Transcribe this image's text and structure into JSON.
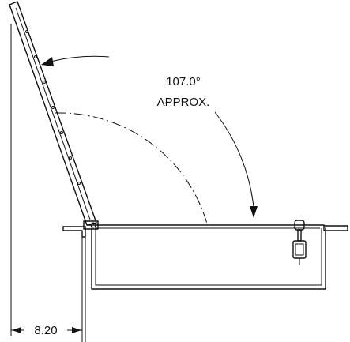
{
  "angle_annotation": {
    "value": "107.0°",
    "qualifier": "APPROX."
  },
  "offset_dimension": {
    "value": "8.20"
  },
  "colors": {
    "ink": "#111111",
    "background": "#ffffff"
  }
}
